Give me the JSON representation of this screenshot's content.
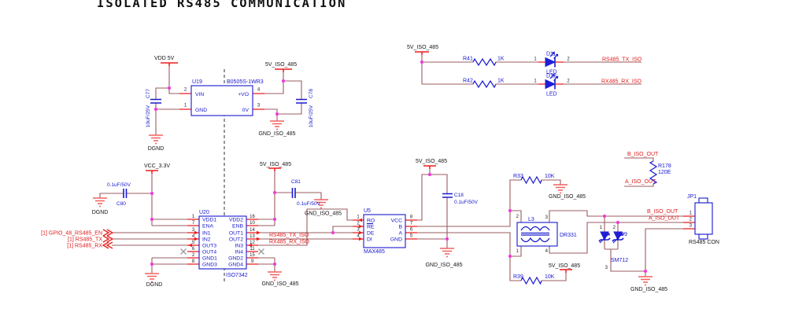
{
  "title": "ISOLATED RS485 COMMUNICATION",
  "colors": {
    "wire": "#9b5c60",
    "pin_stub": "#ee1c1c",
    "symbol_blue": "#1818cf",
    "net_label_red": "#e01a1a",
    "junction_magenta": "#ef3ad8",
    "ground_red": "#f2605f"
  },
  "nets": {
    "vdd5": "VDD 5V",
    "vcc33": "VCC_3.3V",
    "v5iso": "5V_ISO_485",
    "dgnd": "DGND",
    "gndiso": "GND_ISO_485",
    "tx_iso": "RS485_TX_ISO",
    "rx_iso": "RX485_RX_ISO",
    "b_out": "B_ISO_OUT",
    "a_out": "A_ISO_OUT",
    "offpage_en": "[1] GPIO_48_RS485_EN",
    "offpage_tx": "[1] RS485_TX",
    "offpage_rx": "[1] RS485_RX"
  },
  "components": {
    "u19": {
      "ref": "U19",
      "part": "B0505S-1WR3",
      "pin_vin": "VIN",
      "pin_gnd": "GND",
      "pin_vo": "+VO",
      "pin_0v": "0V",
      "n_vin": "2",
      "n_gnd": "1",
      "n_vo": "4",
      "n_0v": "3"
    },
    "c77": {
      "ref": "C77",
      "val": "10uF/25V"
    },
    "c78": {
      "ref": "C78",
      "val": "10uF/25V"
    },
    "r41": {
      "ref": "R41",
      "val": "1K"
    },
    "r42": {
      "ref": "R42",
      "val": "1K"
    },
    "d11": {
      "ref": "D11",
      "type": "LED",
      "p1": "1",
      "p2": "2"
    },
    "d12": {
      "ref": "D12",
      "type": "LED",
      "p1": "1",
      "p2": "2"
    },
    "c80": {
      "ref": "C80",
      "val": "0.1uF/50V"
    },
    "u20": {
      "ref": "U20",
      "part": "ISO7342",
      "left": [
        {
          "n": "1",
          "l": "VDD1"
        },
        {
          "n": "7",
          "l": "ENA"
        },
        {
          "n": "3",
          "l": "IN1"
        },
        {
          "n": "4",
          "l": "IN2"
        },
        {
          "n": "5",
          "l": "OUT3"
        },
        {
          "n": "6",
          "l": "OUT4"
        },
        {
          "n": "2",
          "l": "GND1"
        },
        {
          "n": "8",
          "l": "GND3"
        }
      ],
      "right": [
        {
          "n": "16",
          "l": "VDD2"
        },
        {
          "n": "10",
          "l": "ENB"
        },
        {
          "n": "14",
          "l": "OUT1"
        },
        {
          "n": "13",
          "l": "OUT2"
        },
        {
          "n": "12",
          "l": "IN3"
        },
        {
          "n": "11",
          "l": "IN4"
        },
        {
          "n": "15",
          "l": "GND2"
        },
        {
          "n": "9",
          "l": "GND4"
        }
      ]
    },
    "c81": {
      "ref": "C81",
      "val": "0.1uF/50V"
    },
    "u5": {
      "ref": "U5",
      "part": "MAX485",
      "left": [
        {
          "n": "1",
          "l": "RO"
        },
        {
          "n": "2",
          "l": "RE"
        },
        {
          "n": "3",
          "l": "DE"
        },
        {
          "n": "4",
          "l": "DI"
        }
      ],
      "right": [
        {
          "n": "8",
          "l": "VCC"
        },
        {
          "n": "7",
          "l": "B"
        },
        {
          "n": "6",
          "l": "A"
        },
        {
          "n": "5",
          "l": "GND"
        }
      ]
    },
    "c18": {
      "ref": "C18",
      "val": "0.1uF/50V"
    },
    "r33": {
      "ref": "R33",
      "val": "10K"
    },
    "r39": {
      "ref": "R39",
      "val": "10K"
    },
    "l3": {
      "ref": "L3",
      "part": "DR331",
      "p1": "1",
      "p2": "2",
      "p3": "3",
      "p4": "4"
    },
    "d9": {
      "ref": "D9",
      "part": "SM712",
      "p1": "1",
      "p2": "2",
      "p3": "3"
    },
    "r178": {
      "ref": "R178",
      "val": "120E"
    },
    "jp1": {
      "ref": "JP1",
      "label": "RS485 CON",
      "p1": "1",
      "p2": "2",
      "p3": "3"
    }
  }
}
